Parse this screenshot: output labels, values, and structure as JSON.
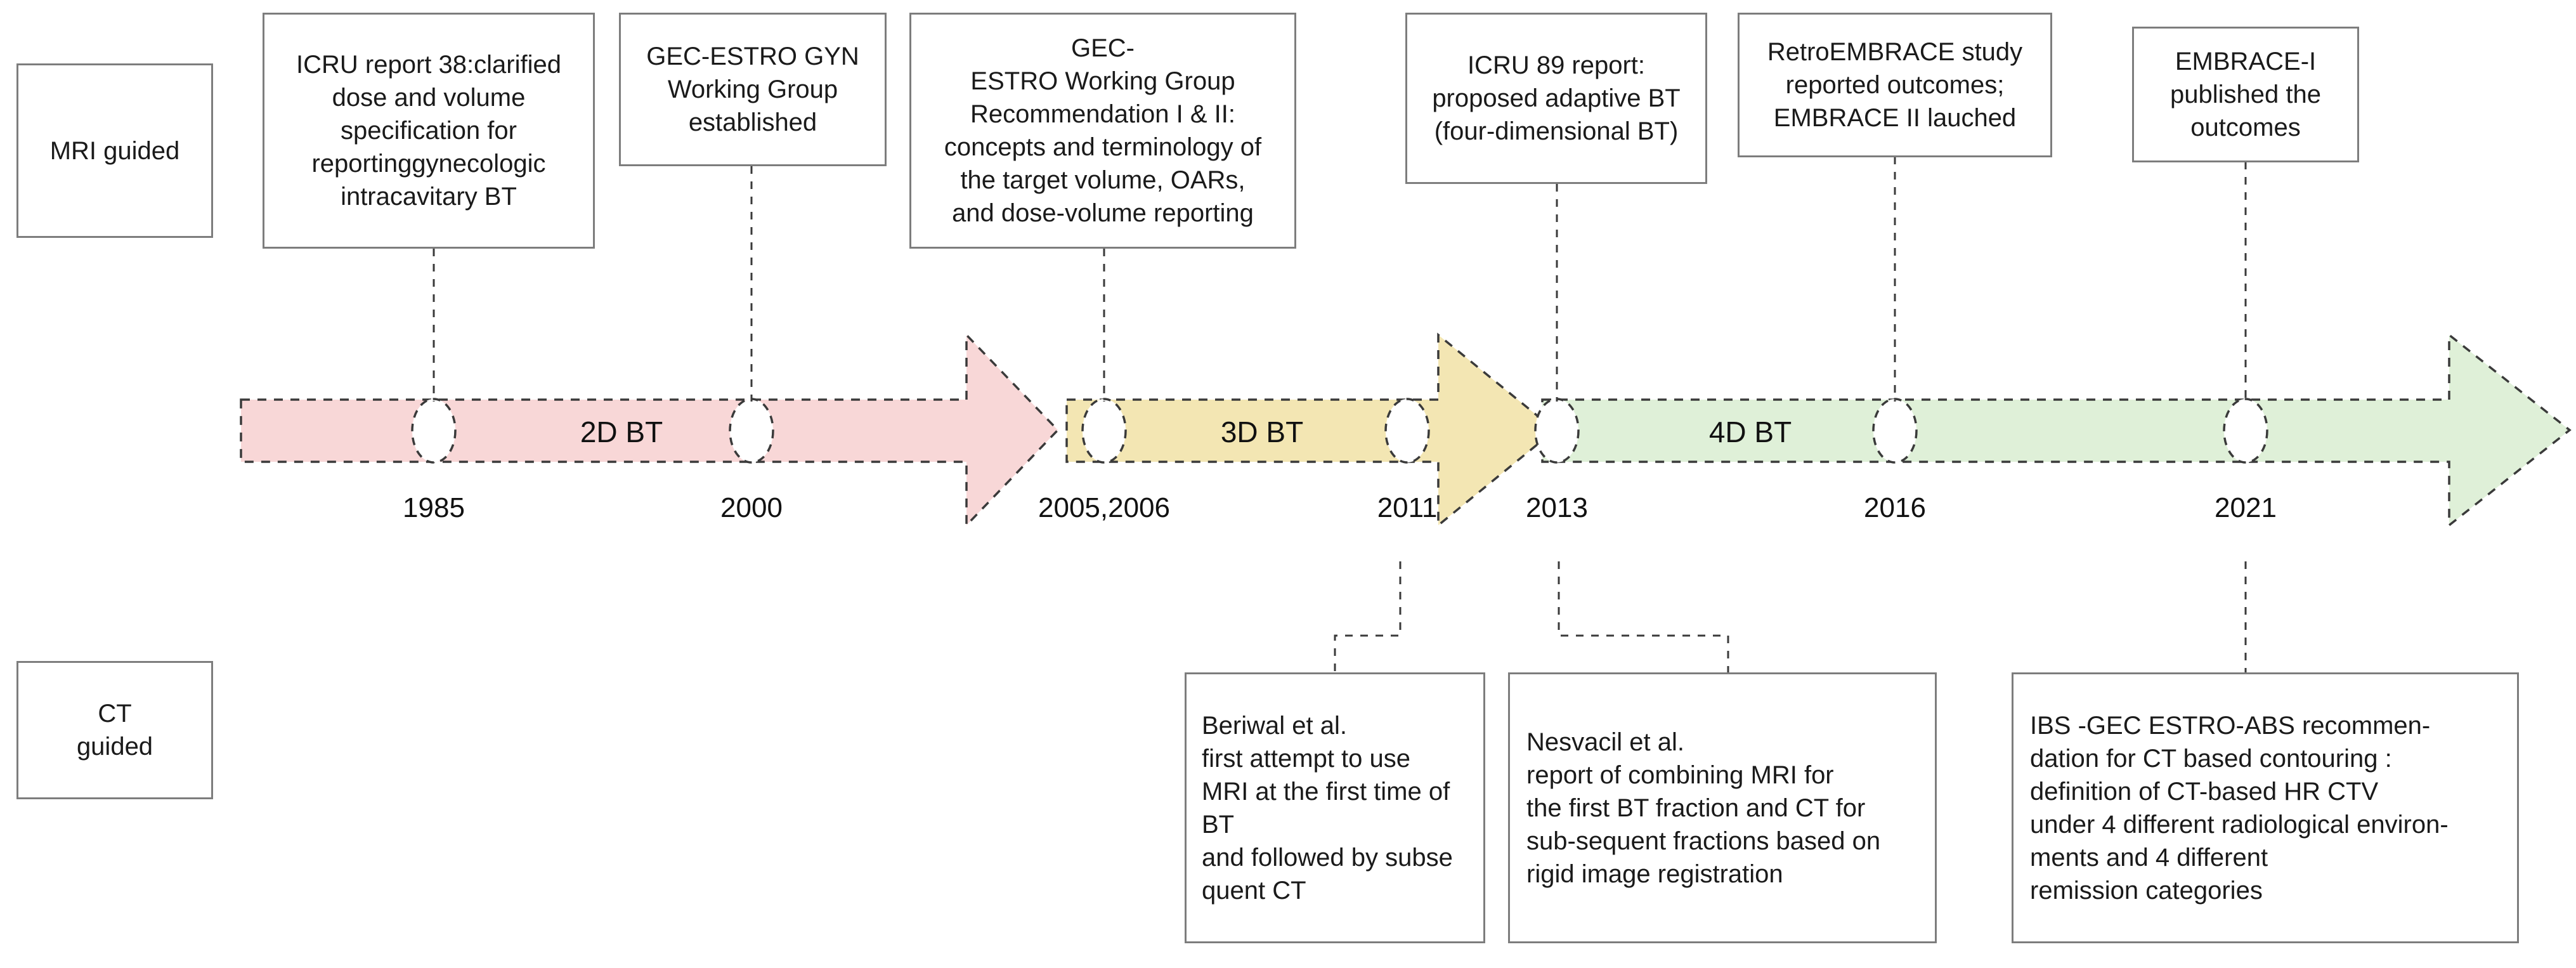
{
  "diagram": {
    "title": "Timeline of image-guided brachytherapy (BT) milestones",
    "colors": {
      "phase_2d_fill": "#f8d7d7",
      "phase_3d_fill": "#f3e6b3",
      "phase_4d_fill": "#dff0d8",
      "box_border": "#7d7d7d",
      "dash_stroke": "#3a3a3a",
      "text": "#1a1a1a"
    }
  },
  "modality_labels": [
    {
      "id": "mri-guided",
      "text": "MRI guided"
    },
    {
      "id": "ct-guided",
      "text": "CT\nguided"
    }
  ],
  "phases": [
    {
      "id": "2d-bt",
      "label": "2D BT",
      "fill": "#f8d7d7"
    },
    {
      "id": "3d-bt",
      "label": "3D BT",
      "fill": "#f3e6b3"
    },
    {
      "id": "4d-bt",
      "label": "4D BT",
      "fill": "#dff0d8"
    }
  ],
  "years": [
    {
      "id": "1985",
      "label": "1985"
    },
    {
      "id": "2000",
      "label": "2000"
    },
    {
      "id": "2005-2006",
      "label": "2005,2006"
    },
    {
      "id": "2011",
      "label": "2011"
    },
    {
      "id": "2013",
      "label": "2013"
    },
    {
      "id": "2016",
      "label": "2016"
    },
    {
      "id": "2021",
      "label": "2021"
    }
  ],
  "events_above": [
    {
      "id": "icru-38",
      "year": "1985",
      "text": "ICRU report 38:clarified\ndose and volume\nspecification for\nreportinggynecologic\nintracavitary BT"
    },
    {
      "id": "gec-estro-gyn",
      "year": "2000",
      "text": "GEC-ESTRO GYN\nWorking Group\nestablished"
    },
    {
      "id": "gec-estro-recommendation",
      "year": "2005,2006",
      "text": "GEC-\nESTRO Working Group\nRecommendation I & II:\nconcepts and terminology of\nthe target volume, OARs,\nand dose-volume reporting"
    },
    {
      "id": "icru-89",
      "year": "2013",
      "text": "ICRU 89 report:\nproposed adaptive BT\n(four-dimensional BT)"
    },
    {
      "id": "retroembrace",
      "year": "2016",
      "text": "RetroEMBRACE study\nreported outcomes;\nEMBRACE II  lauched"
    },
    {
      "id": "embrace-i",
      "year": "2021",
      "text": "EMBRACE-I\npublished the\noutcomes"
    }
  ],
  "events_below": [
    {
      "id": "beriwal",
      "year": "2011",
      "text": "Beriwal et al.\nfirst attempt to use\nMRI at the first time of\nBT\nand followed by subse\nquent CT"
    },
    {
      "id": "nesvacil",
      "year": "2013",
      "text": "Nesvacil et al.\nreport of combining MRI for\nthe first BT fraction and CT for\nsub-sequent fractions based on\nrigid image registration"
    },
    {
      "id": "ibs-gec-estro-abs",
      "year": "2021",
      "text": "IBS -GEC ESTRO-ABS recommen-\ndation for CT based contouring :\ndefinition of CT-based HR CTV\nunder 4 different radiological environ-\nments and 4 different\nremission categories"
    }
  ]
}
